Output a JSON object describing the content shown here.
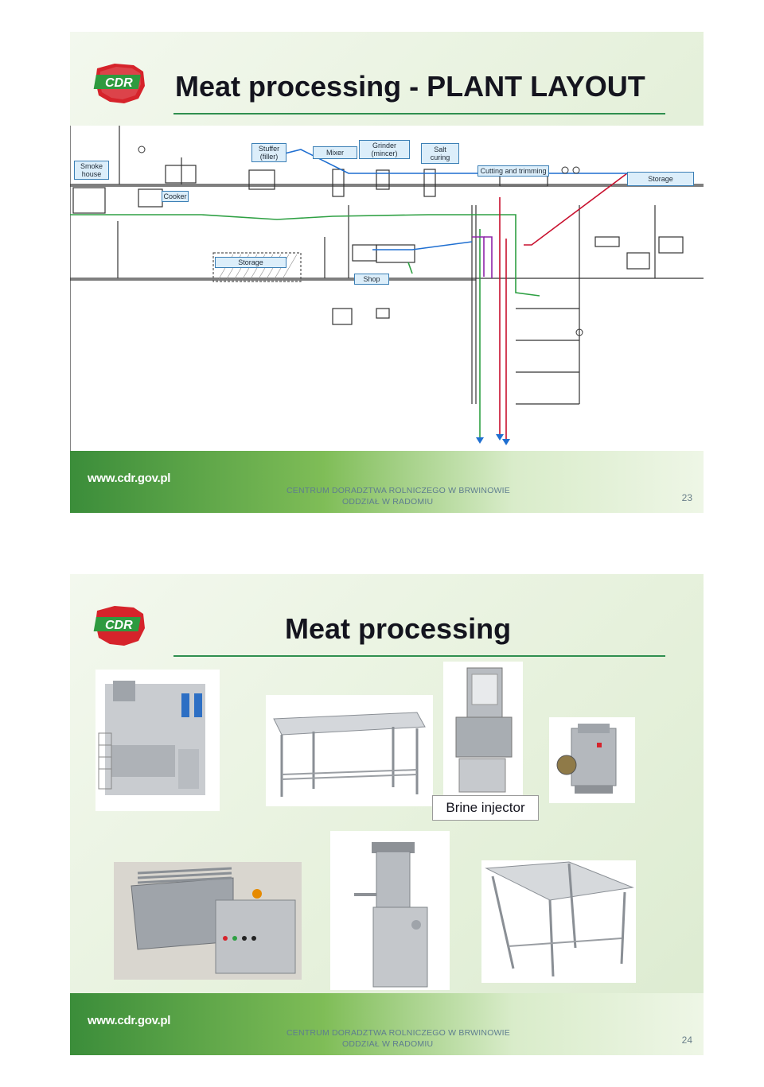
{
  "slide1": {
    "logo_text": "CDR",
    "title": "Meat processing - PLANT LAYOUT",
    "labels": {
      "smoke_house": "Smoke house",
      "stuffer": "Stuffer (filler)",
      "mixer": "Mixer",
      "grinder": "Grinder (mincer)",
      "salt_curing": "Salt curing",
      "cutting": "Cutting and trimming",
      "storage_right": "Storage",
      "cooker": "Cooker",
      "storage_left": "Storage",
      "shop": "Shop"
    },
    "footer": {
      "url": "www.cdr.gov.pl",
      "line1": "CENTRUM DORADZTWA ROLNICZEGO W BRWINOWIE",
      "line2": "ODDZIAŁ W RADOMIU",
      "page": "23"
    }
  },
  "slide2": {
    "logo_text": "CDR",
    "title": "Meat processing",
    "caption": "Brine injector",
    "footer": {
      "url": "www.cdr.gov.pl",
      "line1": "CENTRUM DORADZTWA ROLNICZEGO W BRWINOWIE",
      "line2": "ODDZIAŁ W RADOMIU",
      "page": "24"
    }
  },
  "colors": {
    "accent_green": "#2f8f4f",
    "logo_red": "#d6232b",
    "label_blue": "#dceefa",
    "plan_red": "#c8102e",
    "plan_green": "#2ea043",
    "plan_blue": "#1f6fd1",
    "plan_purple": "#8e24aa"
  }
}
